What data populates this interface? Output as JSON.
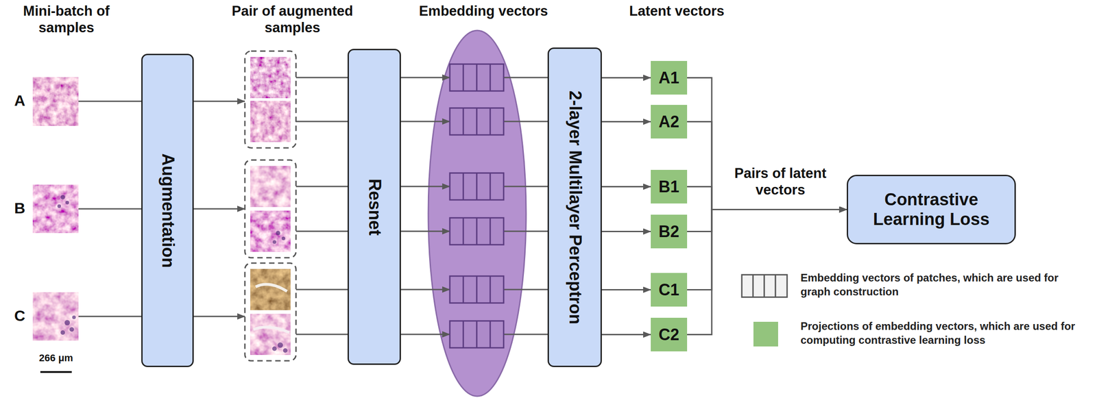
{
  "diagram": {
    "nodes": [
      {
        "text": [
          "Augmentation"
        ]
      },
      {
        "text": [
          "Resnet"
        ]
      },
      {
        "text": [
          "2-layer Multilayer Perceptron"
        ]
      },
      {
        "text": [
          "A1"
        ]
      },
      {
        "text": [
          "A2"
        ]
      },
      {
        "text": [
          "B1"
        ]
      },
      {
        "text": [
          "B2"
        ]
      },
      {
        "text": [
          "C1"
        ]
      },
      {
        "text": [
          "C2"
        ]
      },
      {
        "text": [
          "Contrastive Learning Loss"
        ]
      }
    ],
    "edges": [
      {
        "from": 2,
        "to": 3,
        "arrow": "to"
      },
      {
        "from": 2,
        "to": 4,
        "arrow": "to"
      },
      {
        "from": 2,
        "to": 5,
        "arrow": "to"
      },
      {
        "from": 2,
        "to": 6,
        "arrow": "to"
      },
      {
        "from": 2,
        "to": 7,
        "arrow": "to"
      },
      {
        "from": 2,
        "to": 8,
        "arrow": "to"
      },
      {
        "from": 3,
        "to": 9,
        "arrow": "to"
      },
      {
        "from": 4,
        "to": 9,
        "arrow": "to"
      },
      {
        "from": 5,
        "to": 9,
        "arrow": "to"
      },
      {
        "from": 6,
        "to": 9,
        "arrow": "to"
      },
      {
        "from": 7,
        "to": 9,
        "arrow": "to"
      },
      {
        "from": 8,
        "to": 9,
        "arrow": "to"
      }
    ],
    "labels": [
      "Mini-batch of samples",
      "Pair of augmented samples",
      "Embedding vectors",
      "Latent vectors",
      "A",
      "B",
      "C",
      "266 μm",
      "Pairs of latent vectors"
    ],
    "legend": [
      {
        "text": "Embedding vectors of patches, which are used for graph construction"
      },
      {
        "text": "Projections of embedding vectors, which are used for computing contrastive learning loss",
        "color": "#93c47d"
      }
    ]
  }
}
